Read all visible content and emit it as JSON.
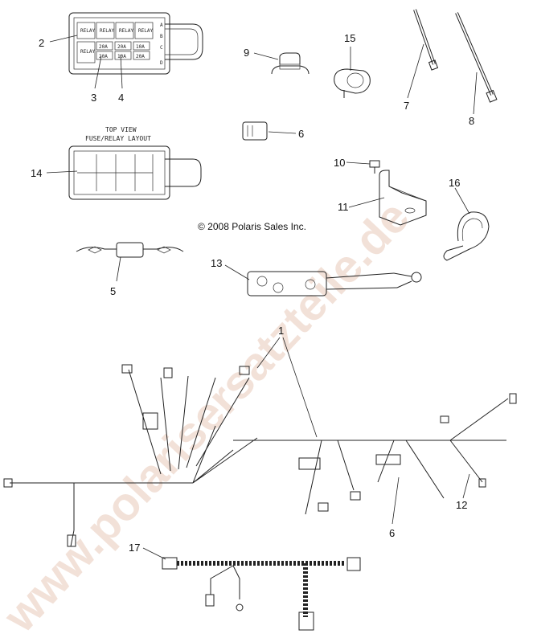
{
  "watermark": "www.polarisersatzteile.de",
  "copyright": "© 2008 Polaris Sales Inc.",
  "fuse_layout": {
    "title_line1": "TOP VIEW",
    "title_line2": "FUSE/RELAY LAYOUT"
  },
  "relay_box": {
    "relay_labels": [
      "RELAY",
      "RELAY",
      "RELAY",
      "RELAY",
      "RELAY"
    ],
    "fuse_ratings": [
      "20A",
      "20A",
      "10A",
      "20A",
      "10A",
      "20A"
    ],
    "side_letters": [
      "A",
      "B",
      "C",
      "D"
    ]
  },
  "callouts": {
    "c1": "1",
    "c2": "2",
    "c3": "3",
    "c4": "4",
    "c5": "5",
    "c6a": "6",
    "c6b": "6",
    "c7": "7",
    "c8": "8",
    "c9": "9",
    "c10": "10",
    "c11": "11",
    "c12": "12",
    "c13": "13",
    "c14": "14",
    "c15": "15",
    "c16": "16",
    "c17": "17"
  }
}
